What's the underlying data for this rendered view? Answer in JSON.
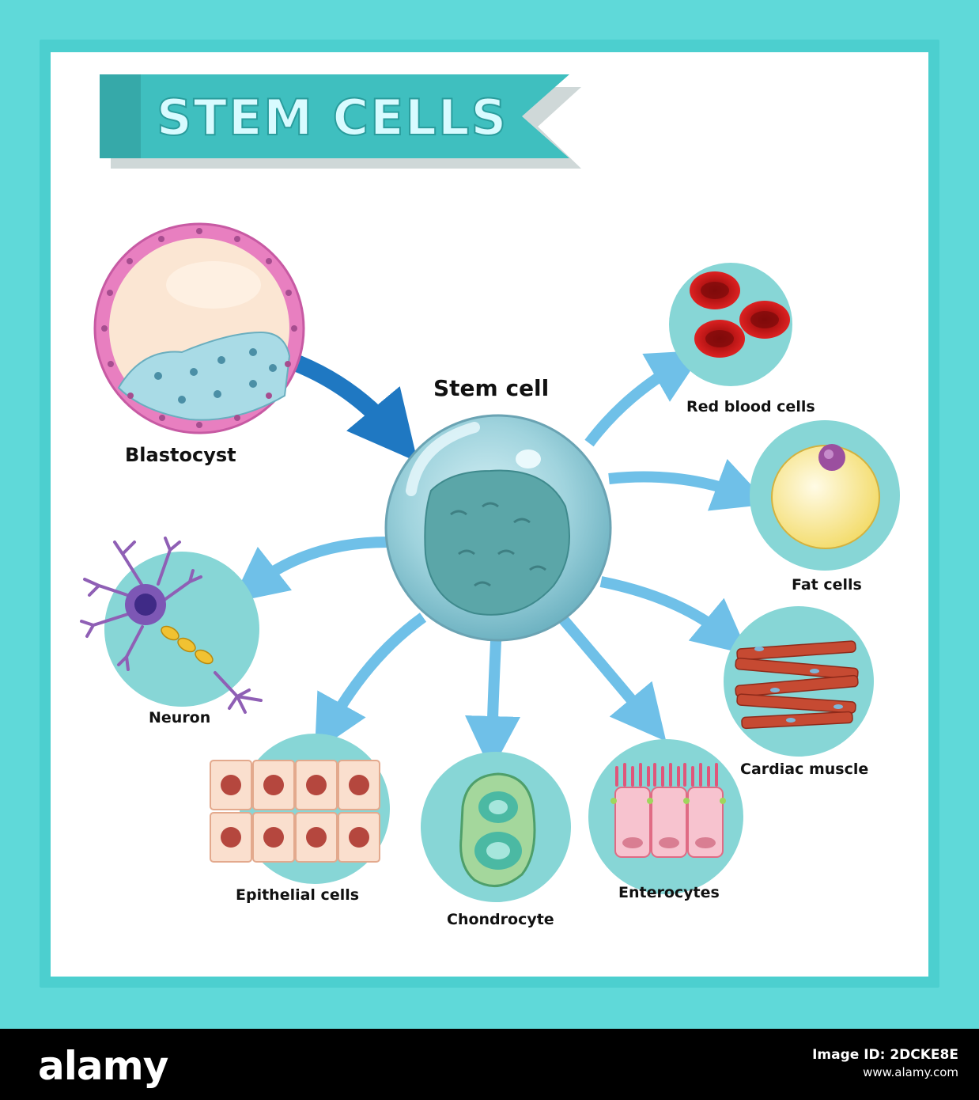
{
  "title": "STEM CELLS",
  "labels": {
    "stem_cell": "Stem cell",
    "blastocyst": "Blastocyst",
    "red_blood_cells": "Red blood cells",
    "fat_cells": "Fat cells",
    "cardiac_muscle": "Cardiac muscle",
    "enterocytes": "Enterocytes",
    "chondrocyte": "Chondrocyte",
    "epithelial_cells": "Epithelial cells",
    "neuron": "Neuron"
  },
  "footer": {
    "logo": "alamy",
    "image_id": "Image ID: 2DCKE8E",
    "site": "www.alamy.com"
  },
  "colors": {
    "border": "#4ccfcf",
    "title_banner": "#3fbfbf",
    "circle_fill": "#87d6d6",
    "arrow": "#6fc0e8",
    "arrow_dark": "#1f78c2"
  }
}
